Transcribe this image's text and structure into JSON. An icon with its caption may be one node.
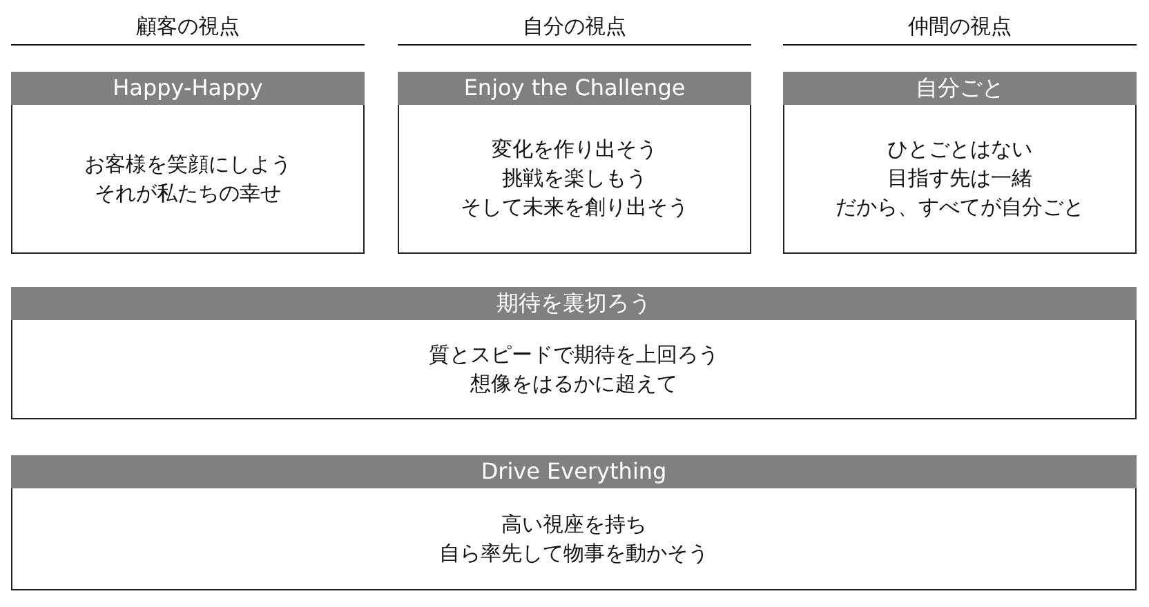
{
  "diagram": {
    "nodes": [
      {
        "text": [
          "Happy-Happy",
          "お客様を笑顔にしようそれが私たちの幸せ"
        ]
      },
      {
        "text": [
          "Enjoy the Challenge",
          "変化を作り出そう挑戦を楽しもうそして未来を創り出そう"
        ]
      },
      {
        "text": [
          "自分ごと",
          "ひとごとはない目指す先は一緒だから、すべてが自分ごと"
        ]
      },
      {
        "text": [
          "期待を裏切ろう",
          "質とスピードで期待を上回ろう想像をはるかに超えて"
        ]
      },
      {
        "text": [
          "Drive Everything",
          "高い視座を持ち自ら率先して物事を動かそう"
        ]
      }
    ],
    "labels": [
      "顧客の視点",
      "自分の視点",
      "仲間の視点"
    ]
  }
}
